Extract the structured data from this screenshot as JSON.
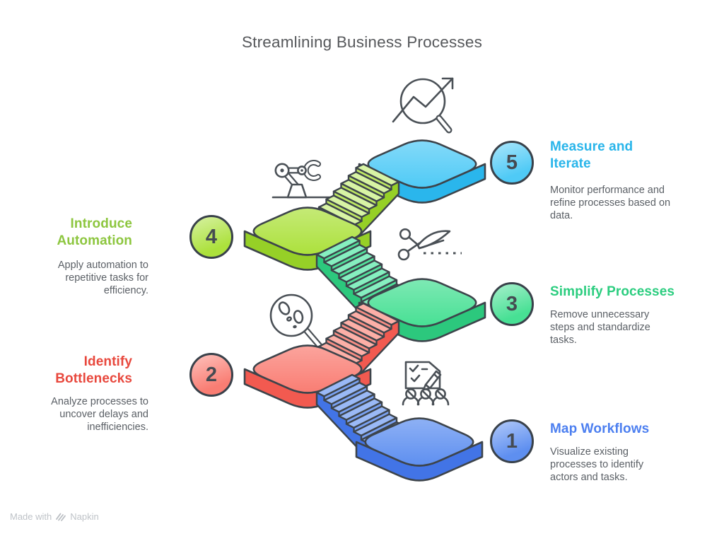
{
  "title": "Streamlining Business Processes",
  "footer": {
    "prefix": "Made with",
    "brand": "Napkin"
  },
  "colors": {
    "outline": "#3d444b",
    "title_text": "#56585b",
    "body_text": "#5b6066",
    "badge_number": "#454b52",
    "badge_border": "#39414a",
    "icon_stroke": "#4a5056",
    "footer_text": "#bfc3c8"
  },
  "steps": [
    {
      "number": "1",
      "title": "Map Workflows",
      "description": "Visualize existing processes to identify actors and tasks.",
      "icon": "team-checklist-icon",
      "colors": {
        "accent": "#4c7ff0",
        "top": "#5e8ff0",
        "side": "#4274e6",
        "tread": "#9ab9f6",
        "riser": "#7aa2f3"
      }
    },
    {
      "number": "2",
      "title": "Identify Bottlenecks",
      "description": "Analyze processes to uncover delays and inefficiencies.",
      "icon": "footprints-magnifier-icon",
      "colors": {
        "accent": "#e8483d",
        "top": "#f97d73",
        "side": "#f25a50",
        "tread": "#fcafa7",
        "riser": "#f98e85"
      }
    },
    {
      "number": "3",
      "title": "Simplify Processes",
      "description": "Remove unnecessary steps and standardize tasks.",
      "icon": "scissors-icon",
      "colors": {
        "accent": "#2bcd7f",
        "top": "#47e094",
        "side": "#2cc87d",
        "tread": "#86efc0",
        "riser": "#52e29c"
      }
    },
    {
      "number": "4",
      "title": "Introduce Automation",
      "description": "Apply automation to repetitive tasks for efficiency.",
      "icon": "robot-arm-icon",
      "colors": {
        "accent": "#8dc63f",
        "top": "#ace13c",
        "side": "#96d027",
        "tread": "#d8f4a4",
        "riser": "#bfe964"
      }
    },
    {
      "number": "5",
      "title": "Measure and Iterate",
      "description": "Monitor performance and refine processes based on data.",
      "icon": "trend-magnifier-icon",
      "colors": {
        "accent": "#29b5ea",
        "top": "#4fcaf6",
        "side": "#2ab6ec",
        "tread": "#a5e4fb",
        "riser": "#74d5f8"
      }
    }
  ]
}
